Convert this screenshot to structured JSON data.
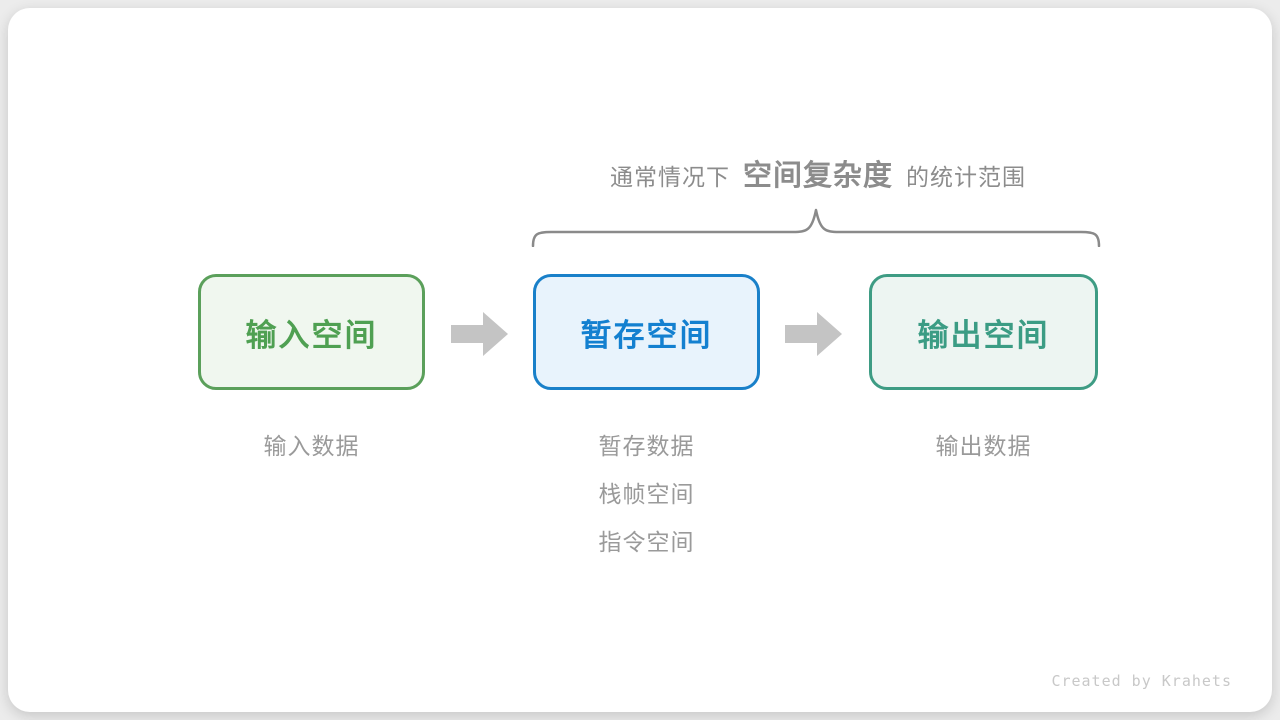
{
  "title": {
    "prefix": "通常情况下",
    "highlight": "空间复杂度",
    "suffix": "的统计范围"
  },
  "boxes": [
    {
      "label": "输入空间",
      "border_color": "#5BA05B",
      "bg_color": "#F0F7EF",
      "text_color": "#4FA052",
      "notes": [
        "输入数据"
      ]
    },
    {
      "label": "暂存空间",
      "border_color": "#1980C9",
      "bg_color": "#E8F3FC",
      "text_color": "#1380D0",
      "notes": [
        "暂存数据",
        "栈帧空间",
        "指令空间"
      ]
    },
    {
      "label": "输出空间",
      "border_color": "#3E9C84",
      "bg_color": "#EDF5F2",
      "text_color": "#3B9C84",
      "notes": [
        "输出数据"
      ]
    }
  ],
  "colors": {
    "arrow": "#C4C4C4",
    "brace": "#8A8A8A",
    "note_text": "#9A9A9A",
    "title_text": "#8C8C8C",
    "watermark": "#C8C8C8"
  },
  "watermark": "Created by Krahets"
}
